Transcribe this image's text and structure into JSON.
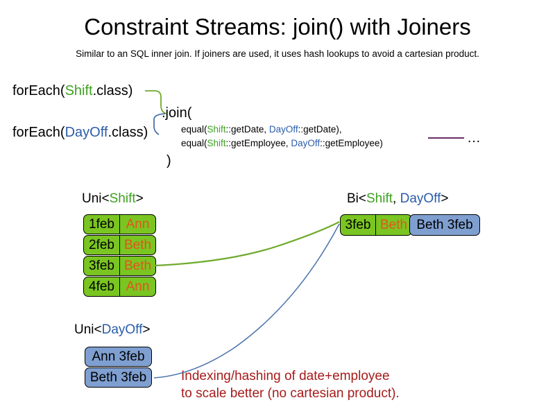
{
  "slide": {
    "title": "Constraint Streams: join() with Joiners",
    "subtitle": "Similar to an SQL inner join. If joiners are used, it uses hash lookups to avoid a cartesian product."
  },
  "code": {
    "foreach_shift_prefix": "forEach(",
    "foreach_shift_type": "Shift",
    "foreach_shift_suffix": ".class)",
    "foreach_dayoff_prefix": "forEach(",
    "foreach_dayoff_type": "DayOff",
    "foreach_dayoff_suffix": ".class)",
    "join_open": ".join(",
    "join_close": ")",
    "arg1": {
      "pre": "equal(",
      "type_a": "Shift",
      "mid": "::getDate, ",
      "type_b": "DayOff",
      "post": "::getDate),"
    },
    "arg2": {
      "pre": "equal(",
      "type_a": "Shift",
      "mid": "::getEmployee, ",
      "type_b": "DayOff",
      "post": "::getEmployee)"
    },
    "ellipsis": "…"
  },
  "streams": {
    "uni_shift": {
      "label_prefix": "Uni<",
      "label_type": "Shift",
      "label_suffix": ">",
      "rows": [
        {
          "date": "1feb",
          "employee": "Ann"
        },
        {
          "date": "2feb",
          "employee": "Beth"
        },
        {
          "date": "3feb",
          "employee": "Beth"
        },
        {
          "date": "4feb",
          "employee": "Ann"
        }
      ]
    },
    "uni_dayoff": {
      "label_prefix": "Uni<",
      "label_type": "DayOff",
      "label_suffix": ">",
      "rows": [
        {
          "text": "Ann 3feb"
        },
        {
          "text": "Beth 3feb"
        }
      ]
    },
    "bi": {
      "label_prefix": "Bi<",
      "label_type_a": "Shift",
      "label_mid": ", ",
      "label_type_b": "DayOff",
      "label_suffix": ">",
      "shift": {
        "date": "3feb",
        "employee": "Beth"
      },
      "dayoff": {
        "text": "Beth 3feb"
      }
    }
  },
  "annotation": {
    "line1": "Indexing/hashing of date+employee",
    "line2": "to scale better (no cartesian product)."
  },
  "colors": {
    "shift_green": "#3ea021",
    "dayoff_blue": "#2a5caa",
    "box_green": "#7ac521",
    "box_blue": "#7f9fd0",
    "employee_orange": "#e2541e",
    "annotation_red": "#a61b1b",
    "rule_purple": "#6b2d6b",
    "connector_green": "#6eaa2c",
    "connector_blue": "#4a72ab"
  }
}
